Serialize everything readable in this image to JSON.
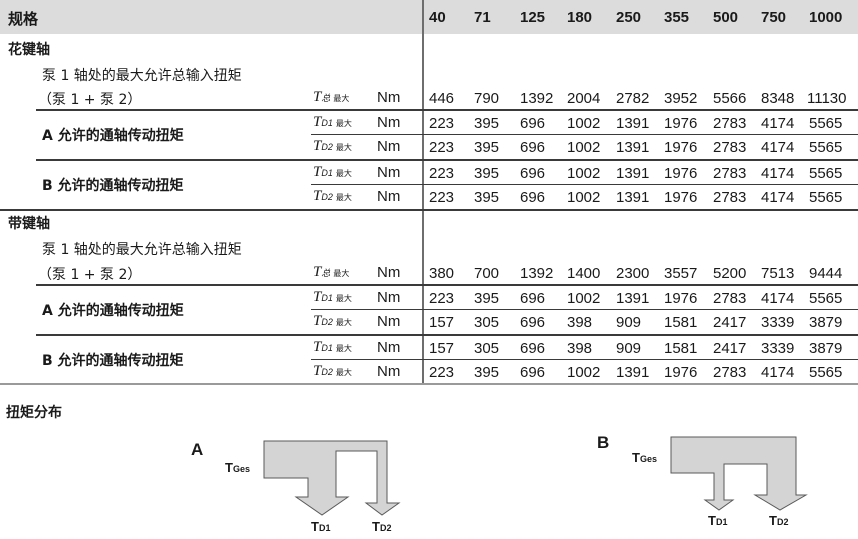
{
  "table": {
    "header": {
      "label": "规格",
      "sizes": [
        "40",
        "71",
        "125",
        "180",
        "250",
        "355",
        "500",
        "750",
        "1000"
      ]
    },
    "sections": [
      {
        "title": "花键轴",
        "total": {
          "label_line1": "泵 1 轴处的最大允许总输入扭矩",
          "label_line2": "（泵 1 + 泵 2）",
          "symbol": "T",
          "symbol_sub": "总",
          "symbol_max": "最大",
          "unit": "Nm",
          "values": [
            "446",
            "790",
            "1392",
            "2004",
            "2782",
            "3952",
            "5566",
            "8348",
            "11130"
          ]
        },
        "groups": [
          {
            "label": "A 允许的通轴传动扭矩",
            "rows": [
              {
                "symbol": "T",
                "symbol_sub": "D1",
                "symbol_max": "最大",
                "unit": "Nm",
                "values": [
                  "223",
                  "395",
                  "696",
                  "1002",
                  "1391",
                  "1976",
                  "2783",
                  "4174",
                  "5565"
                ]
              },
              {
                "symbol": "T",
                "symbol_sub": "D2",
                "symbol_max": "最大",
                "unit": "Nm",
                "values": [
                  "223",
                  "395",
                  "696",
                  "1002",
                  "1391",
                  "1976",
                  "2783",
                  "4174",
                  "5565"
                ]
              }
            ]
          },
          {
            "label": "B 允许的通轴传动扭矩",
            "rows": [
              {
                "symbol": "T",
                "symbol_sub": "D1",
                "symbol_max": "最大",
                "unit": "Nm",
                "values": [
                  "223",
                  "395",
                  "696",
                  "1002",
                  "1391",
                  "1976",
                  "2783",
                  "4174",
                  "5565"
                ]
              },
              {
                "symbol": "T",
                "symbol_sub": "D2",
                "symbol_max": "最大",
                "unit": "Nm",
                "values": [
                  "223",
                  "395",
                  "696",
                  "1002",
                  "1391",
                  "1976",
                  "2783",
                  "4174",
                  "5565"
                ]
              }
            ]
          }
        ]
      },
      {
        "title": "带键轴",
        "total": {
          "label_line1": "泵 1 轴处的最大允许总输入扭矩",
          "label_line2": "（泵 1 + 泵 2）",
          "symbol": "T",
          "symbol_sub": "总",
          "symbol_max": "最大",
          "unit": "Nm",
          "values": [
            "380",
            "700",
            "1392",
            "1400",
            "2300",
            "3557",
            "5200",
            "7513",
            "9444"
          ]
        },
        "groups": [
          {
            "label": "A 允许的通轴传动扭矩",
            "rows": [
              {
                "symbol": "T",
                "symbol_sub": "D1",
                "symbol_max": "最大",
                "unit": "Nm",
                "values": [
                  "223",
                  "395",
                  "696",
                  "1002",
                  "1391",
                  "1976",
                  "2783",
                  "4174",
                  "5565"
                ]
              },
              {
                "symbol": "T",
                "symbol_sub": "D2",
                "symbol_max": "最大",
                "unit": "Nm",
                "values": [
                  "157",
                  "305",
                  "696",
                  "398",
                  "909",
                  "1581",
                  "2417",
                  "3339",
                  "3879"
                ]
              }
            ]
          },
          {
            "label": "B 允许的通轴传动扭矩",
            "rows": [
              {
                "symbol": "T",
                "symbol_sub": "D1",
                "symbol_max": "最大",
                "unit": "Nm",
                "values": [
                  "157",
                  "305",
                  "696",
                  "398",
                  "909",
                  "1581",
                  "2417",
                  "3339",
                  "3879"
                ]
              },
              {
                "symbol": "T",
                "symbol_sub": "D2",
                "symbol_max": "最大",
                "unit": "Nm",
                "values": [
                  "223",
                  "395",
                  "696",
                  "1002",
                  "1391",
                  "1976",
                  "2783",
                  "4174",
                  "5565"
                ]
              }
            ]
          }
        ]
      }
    ]
  },
  "distribution": {
    "title": "扭矩分布",
    "diagrams": [
      {
        "label": "A",
        "input": "T",
        "input_sub": "Ges",
        "out1": "T",
        "out1_sub": "D1",
        "out2": "T",
        "out2_sub": "D2"
      },
      {
        "label": "B",
        "input": "T",
        "input_sub": "Ges",
        "out1": "T",
        "out1_sub": "D1",
        "out2": "T",
        "out2_sub": "D2"
      }
    ]
  },
  "colors": {
    "header_bg": "#dcdcdd",
    "arrow_fill": "#d4d4d4",
    "arrow_stroke": "#5a5a5a",
    "rule": "#3a3a3a"
  }
}
